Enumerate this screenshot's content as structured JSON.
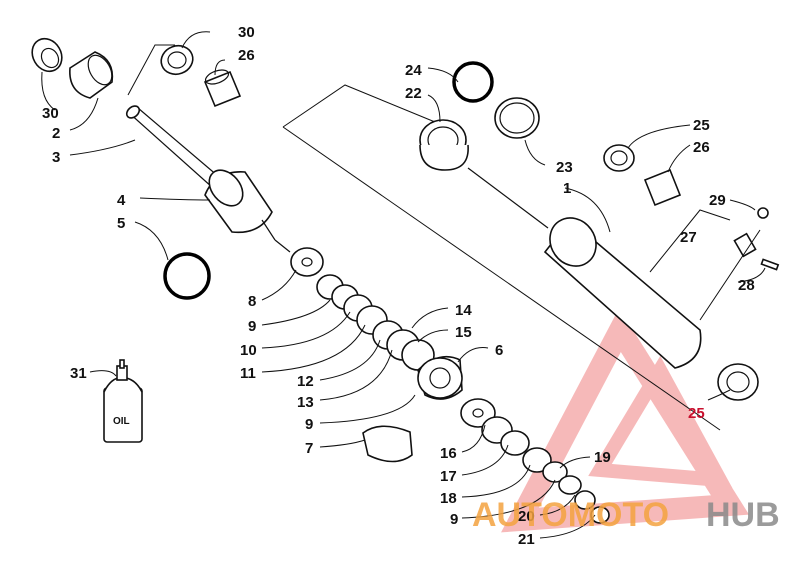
{
  "diagram": {
    "callouts": [
      {
        "id": "c30a",
        "text": "30"
      },
      {
        "id": "c26a",
        "text": "26"
      },
      {
        "id": "c30b",
        "text": "30"
      },
      {
        "id": "c2",
        "text": "2"
      },
      {
        "id": "c3",
        "text": "3"
      },
      {
        "id": "c4",
        "text": "4"
      },
      {
        "id": "c5",
        "text": "5"
      },
      {
        "id": "c24",
        "text": "24"
      },
      {
        "id": "c22",
        "text": "22"
      },
      {
        "id": "c23",
        "text": "23"
      },
      {
        "id": "c1",
        "text": "1"
      },
      {
        "id": "c25a",
        "text": "25"
      },
      {
        "id": "c26b",
        "text": "26"
      },
      {
        "id": "c29",
        "text": "29"
      },
      {
        "id": "c27",
        "text": "27"
      },
      {
        "id": "c28",
        "text": "28"
      },
      {
        "id": "c25b",
        "text": "25"
      },
      {
        "id": "c8",
        "text": "8"
      },
      {
        "id": "c9a",
        "text": "9"
      },
      {
        "id": "c10",
        "text": "10"
      },
      {
        "id": "c11",
        "text": "11"
      },
      {
        "id": "c14",
        "text": "14"
      },
      {
        "id": "c15",
        "text": "15"
      },
      {
        "id": "c6",
        "text": "6"
      },
      {
        "id": "c12",
        "text": "12"
      },
      {
        "id": "c13",
        "text": "13"
      },
      {
        "id": "c9b",
        "text": "9"
      },
      {
        "id": "c7",
        "text": "7"
      },
      {
        "id": "c16",
        "text": "16"
      },
      {
        "id": "c17",
        "text": "17"
      },
      {
        "id": "c18",
        "text": "18"
      },
      {
        "id": "c19",
        "text": "19"
      },
      {
        "id": "c9c",
        "text": "9"
      },
      {
        "id": "c20",
        "text": "20"
      },
      {
        "id": "c21",
        "text": "21"
      },
      {
        "id": "c31",
        "text": "31"
      }
    ],
    "oil_bottle_label": "OIL"
  },
  "watermark": {
    "text_a": "AUTOMOTO",
    "text_b": "HUB",
    "color_primary": "#f4a340",
    "color_secondary": "#8a8a8a",
    "color_triangle": "#f08080"
  }
}
